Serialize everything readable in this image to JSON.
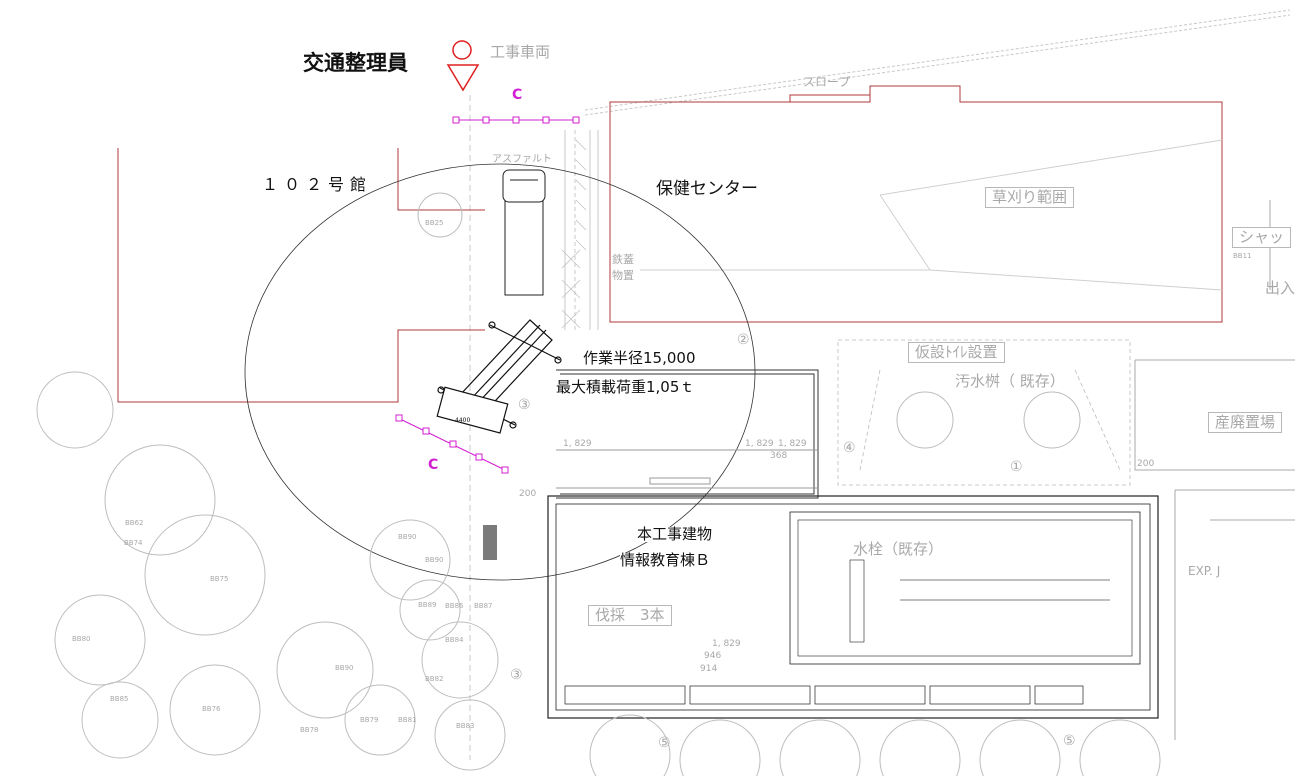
{
  "colors": {
    "line": "#9a9a9a",
    "light_line": "#c8c8c8",
    "building_outline": "#b03a3a",
    "section_mark": "#d21fd2",
    "text": "#111111",
    "faded_text": "#a8a8a8"
  },
  "icons": [
    "traffic-controller-icon",
    "crane-icon",
    "truck-icon",
    "tree-icon"
  ],
  "labels": {
    "traffic_controller": "交通整理員",
    "construction_vehicle": "工事車両",
    "slope": "スロープ",
    "section_mark_top": "C",
    "section_mark_bottom": "C",
    "building_102": "１０２号館",
    "health_center": "保健センター",
    "asphalt": "アスファルト",
    "steel_storage": "鉄蓋\n物置",
    "mowing_area": "草刈り範囲",
    "shutter": "シャッ",
    "entrance": "出入",
    "working_radius": "作業半径15,000",
    "max_load": "最大積載荷重1,05ｔ",
    "temp_toilet": "仮設ﾄｲﾚ設置",
    "sewage_basin": "汚水桝（ 既存）",
    "waste_storage": "産廃置場",
    "main_building_line1": "本工事建物",
    "main_building_line2": "情報教育棟Ｂ",
    "hydrant": "水栓（既存）",
    "felling": "伐採　3本",
    "exp_joint": "EXP. J",
    "dims": [
      "1, 829",
      "1, 829",
      "1, 829",
      "368",
      "200",
      "200",
      "914",
      "1, 829",
      "946",
      "4400"
    ],
    "circled_numbers": [
      "②",
      "③",
      "④",
      "①",
      "③",
      "⑤",
      "⑤"
    ],
    "tree_codes": [
      "BB25",
      "BB62",
      "BB74",
      "BB75",
      "BB90",
      "BB80",
      "BB90",
      "BB84",
      "BB86",
      "BB87",
      "BB89",
      "BB82",
      "BB90",
      "BB79",
      "BB81",
      "BB83",
      "BB76",
      "BB78",
      "BB85",
      "BB11"
    ]
  }
}
